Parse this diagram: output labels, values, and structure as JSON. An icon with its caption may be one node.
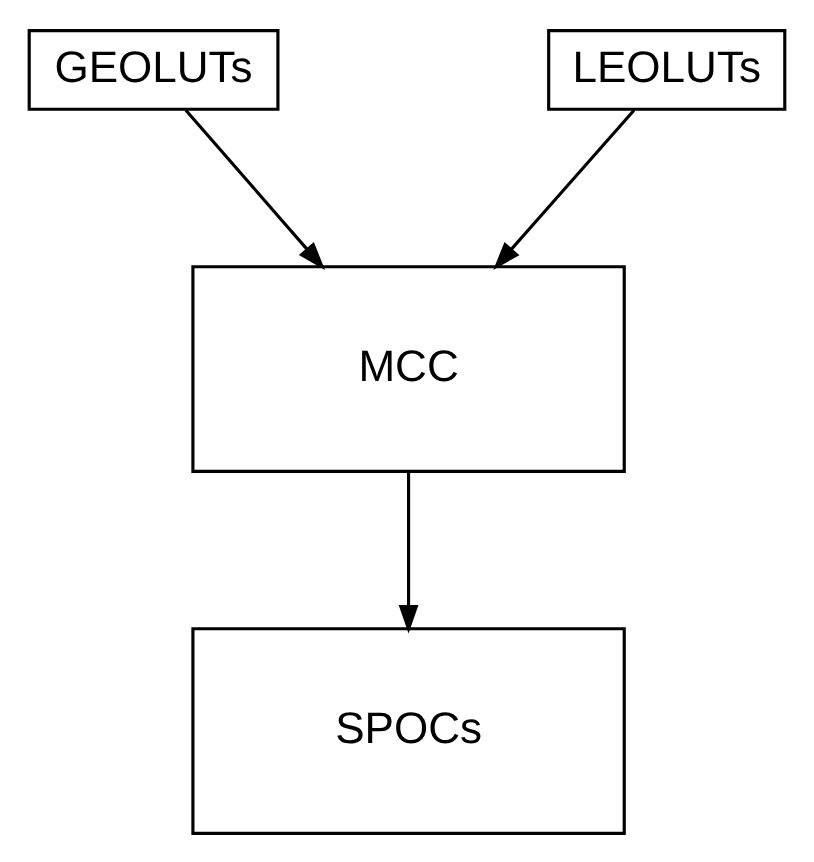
{
  "diagram": {
    "nodes": [
      {
        "text": [
          "GEOLUTs"
        ]
      },
      {
        "text": [
          "LEOLUTs"
        ]
      },
      {
        "text": [
          "MCC"
        ]
      },
      {
        "text": [
          "SPOCs"
        ]
      }
    ],
    "edges": [
      {
        "from": 0,
        "to": 2,
        "arrow": "to"
      },
      {
        "from": 1,
        "to": 2,
        "arrow": "to"
      },
      {
        "from": 2,
        "to": 3,
        "arrow": "to"
      }
    ]
  }
}
